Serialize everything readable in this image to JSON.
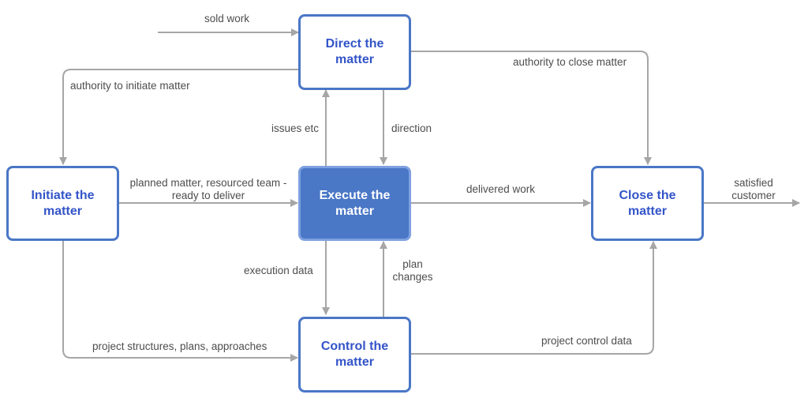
{
  "nodes": {
    "direct": {
      "line1": "Direct the",
      "line2": "matter"
    },
    "initiate": {
      "line1": "Initiate the",
      "line2": "matter"
    },
    "execute": {
      "line1": "Execute the",
      "line2": "matter"
    },
    "close": {
      "line1": "Close the",
      "line2": "matter"
    },
    "control": {
      "line1": "Control the",
      "line2": "matter"
    }
  },
  "edges": {
    "sold_work": "sold work",
    "authority_initiate": "authority to initiate matter",
    "authority_close": "authority to close matter",
    "issues": "issues etc",
    "direction": "direction",
    "planned_line1": "planned matter, resourced team -",
    "planned_line2": "ready to deliver",
    "delivered": "delivered work",
    "satisfied_line1": "satisfied",
    "satisfied_line2": "customer",
    "execution_data": "execution data",
    "plan_line1": "plan",
    "plan_line2": "changes",
    "project_structures": "project structures, plans, approaches",
    "project_control": "project control data"
  },
  "colors": {
    "node_border": "#4a77c6",
    "node_text": "#3354c8",
    "primary_fill": "#4a77c6",
    "arrow": "#a6a6a6"
  }
}
